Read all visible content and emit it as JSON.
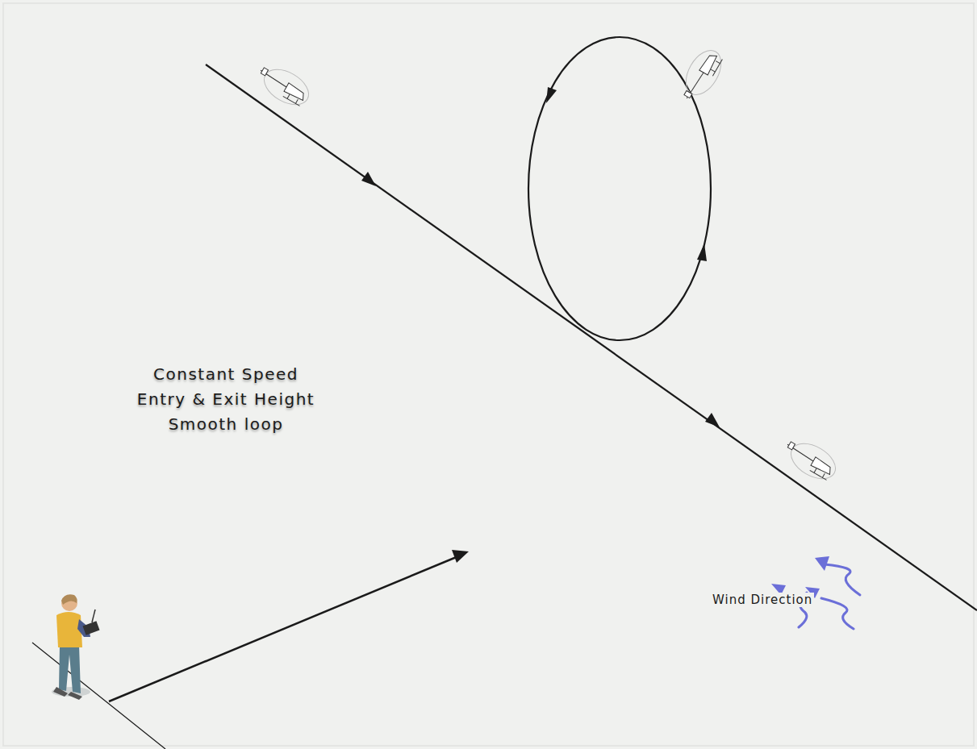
{
  "diagram": {
    "labels": [
      "Constant Speed",
      "Entry & Exit Height",
      "Smooth loop",
      "Wind Direction"
    ]
  }
}
